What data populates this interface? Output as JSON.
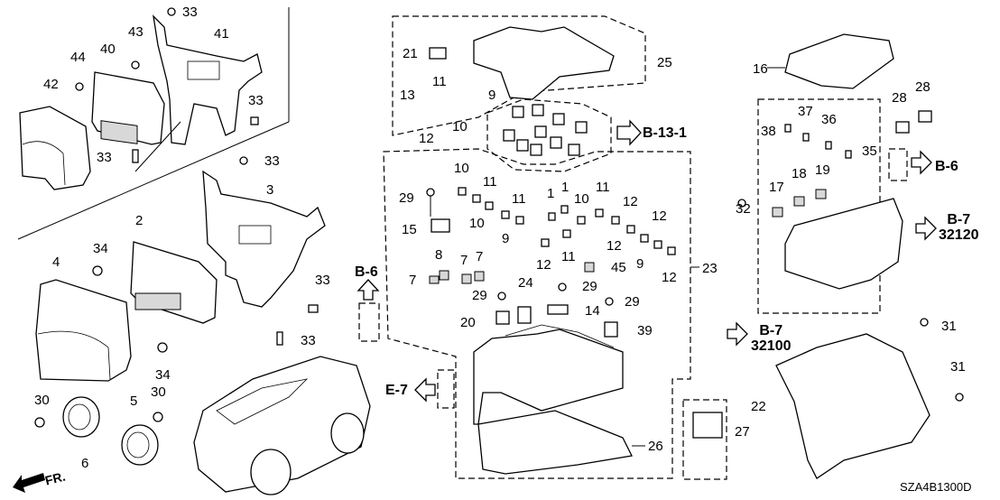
{
  "diagram": {
    "code": "SZA4B1300D",
    "front_indicator": "FR.",
    "callouts": [
      {
        "id": "c33a",
        "text": "33"
      },
      {
        "id": "c41",
        "text": "41"
      },
      {
        "id": "c43",
        "text": "43"
      },
      {
        "id": "c40",
        "text": "40"
      },
      {
        "id": "c44",
        "text": "44"
      },
      {
        "id": "c42",
        "text": "42"
      },
      {
        "id": "c33b",
        "text": "33"
      },
      {
        "id": "c33c",
        "text": "33"
      },
      {
        "id": "c33d",
        "text": "33"
      },
      {
        "id": "c3",
        "text": "3"
      },
      {
        "id": "c2",
        "text": "2"
      },
      {
        "id": "c34a",
        "text": "34"
      },
      {
        "id": "c4",
        "text": "4"
      },
      {
        "id": "c33e",
        "text": "33"
      },
      {
        "id": "c33f",
        "text": "33"
      },
      {
        "id": "c34b",
        "text": "34"
      },
      {
        "id": "c30a",
        "text": "30"
      },
      {
        "id": "c30b",
        "text": "30"
      },
      {
        "id": "c5",
        "text": "5"
      },
      {
        "id": "c6",
        "text": "6"
      },
      {
        "id": "c21",
        "text": "21"
      },
      {
        "id": "c25",
        "text": "25"
      },
      {
        "id": "c13",
        "text": "13"
      },
      {
        "id": "c11a",
        "text": "11"
      },
      {
        "id": "c9a",
        "text": "9"
      },
      {
        "id": "c12a",
        "text": "12"
      },
      {
        "id": "c10a",
        "text": "10"
      },
      {
        "id": "c10b",
        "text": "10"
      },
      {
        "id": "c11b",
        "text": "11"
      },
      {
        "id": "c10c",
        "text": "10"
      },
      {
        "id": "c11c",
        "text": "11"
      },
      {
        "id": "c9b",
        "text": "9"
      },
      {
        "id": "c1a",
        "text": "1"
      },
      {
        "id": "c1b",
        "text": "1"
      },
      {
        "id": "c10d",
        "text": "10"
      },
      {
        "id": "c11d",
        "text": "11"
      },
      {
        "id": "c12b",
        "text": "12"
      },
      {
        "id": "c12c",
        "text": "12"
      },
      {
        "id": "c12d",
        "text": "12"
      },
      {
        "id": "c29a",
        "text": "29"
      },
      {
        "id": "c15",
        "text": "15"
      },
      {
        "id": "c12e",
        "text": "12"
      },
      {
        "id": "c11e",
        "text": "11"
      },
      {
        "id": "c9c",
        "text": "9"
      },
      {
        "id": "c12f",
        "text": "12"
      },
      {
        "id": "c8",
        "text": "8"
      },
      {
        "id": "c7a",
        "text": "7"
      },
      {
        "id": "c7b",
        "text": "7"
      },
      {
        "id": "c7c",
        "text": "7"
      },
      {
        "id": "c45",
        "text": "45"
      },
      {
        "id": "c24",
        "text": "24"
      },
      {
        "id": "c29b",
        "text": "29"
      },
      {
        "id": "c29c",
        "text": "29"
      },
      {
        "id": "c29d",
        "text": "29"
      },
      {
        "id": "c14",
        "text": "14"
      },
      {
        "id": "c20",
        "text": "20"
      },
      {
        "id": "c39",
        "text": "39"
      },
      {
        "id": "c23",
        "text": "23"
      },
      {
        "id": "c26",
        "text": "26"
      },
      {
        "id": "c16",
        "text": "16"
      },
      {
        "id": "c28a",
        "text": "28"
      },
      {
        "id": "c28b",
        "text": "28"
      },
      {
        "id": "c38",
        "text": "38"
      },
      {
        "id": "c37",
        "text": "37"
      },
      {
        "id": "c36",
        "text": "36"
      },
      {
        "id": "c35",
        "text": "35"
      },
      {
        "id": "c17",
        "text": "17"
      },
      {
        "id": "c18",
        "text": "18"
      },
      {
        "id": "c19",
        "text": "19"
      },
      {
        "id": "c32",
        "text": "32"
      },
      {
        "id": "c31a",
        "text": "31"
      },
      {
        "id": "c31b",
        "text": "31"
      },
      {
        "id": "c22",
        "text": "22"
      },
      {
        "id": "c27",
        "text": "27"
      }
    ],
    "references": [
      {
        "id": "r_b13",
        "line1": "B-13-1",
        "line2": ""
      },
      {
        "id": "r_b6_left",
        "line1": "B-6",
        "line2": ""
      },
      {
        "id": "r_e7",
        "line1": "E-7",
        "line2": ""
      },
      {
        "id": "r_b6_right",
        "line1": "B-6",
        "line2": ""
      },
      {
        "id": "r_b7_32120",
        "line1": "B-7",
        "line2": "32120"
      },
      {
        "id": "r_b7_32100",
        "line1": "B-7",
        "line2": "32100"
      }
    ]
  }
}
